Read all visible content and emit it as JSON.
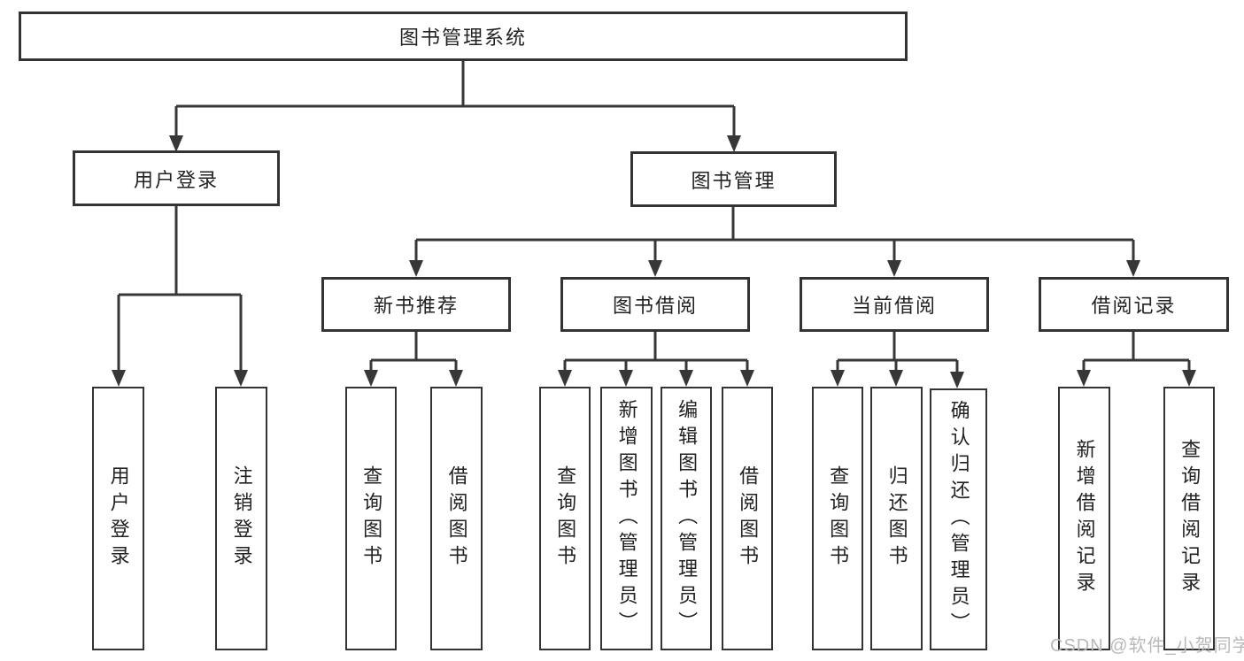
{
  "diagram": {
    "root": {
      "label": "图书管理系统"
    },
    "level2": [
      {
        "label": "用户登录"
      },
      {
        "label": "图书管理"
      }
    ],
    "level3": [
      {
        "label": "新书推荐"
      },
      {
        "label": "图书借阅"
      },
      {
        "label": "当前借阅"
      },
      {
        "label": "借阅记录"
      }
    ],
    "leaves": {
      "user_login": [
        {
          "label": "用户登录"
        },
        {
          "label": "注销登录"
        }
      ],
      "new_books": [
        {
          "label": "查询图书"
        },
        {
          "label": "借阅图书"
        }
      ],
      "book_borrow": [
        {
          "label": "查询图书"
        },
        {
          "label": "新增图书（管理员）"
        },
        {
          "label": "编辑图书（管理员）"
        },
        {
          "label": "借阅图书"
        }
      ],
      "current_borrow": [
        {
          "label": "查询图书"
        },
        {
          "label": "归还图书"
        },
        {
          "label": "确认归还（管理员）"
        }
      ],
      "borrow_records": [
        {
          "label": "新增借阅记录"
        },
        {
          "label": "查询借阅记录"
        }
      ]
    }
  },
  "watermark": {
    "text": "CSDN @软件_小贺同学"
  },
  "colors": {
    "line": "#373737",
    "box_border": "#333333",
    "text": "#222222",
    "watermark": "#b9b9b9",
    "background": "#ffffff"
  }
}
